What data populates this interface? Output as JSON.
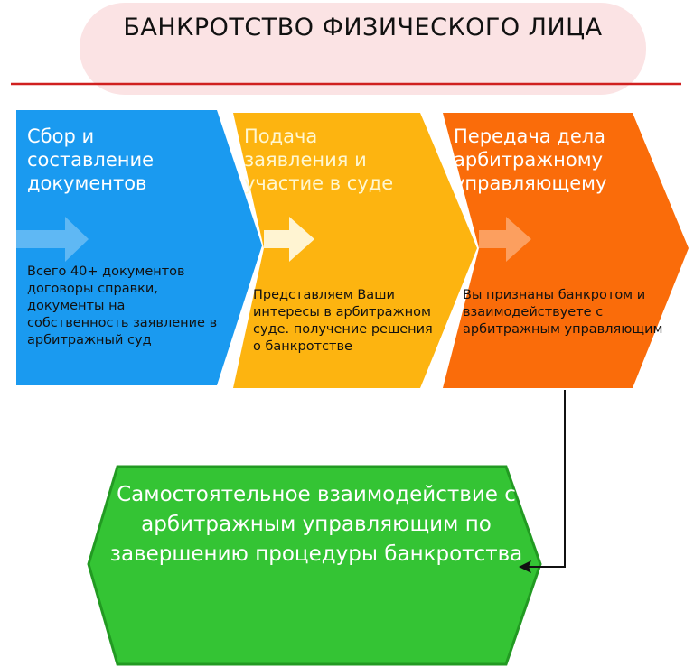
{
  "title": "БАНКРОТСТВО ФИЗИЧЕСКОГО ЛИЦА",
  "colors": {
    "title_bg": "#fbe3e4",
    "rule": "#d0201f",
    "step1": "#1a9af0",
    "step2": "#fdb410",
    "step3": "#fa6c0a",
    "final": "#34c434",
    "final_border": "#229a22"
  },
  "steps": [
    {
      "heading": "Сбор и составление документов",
      "body": "Всего 40+ документов договоры справки, документы на собственность заявление в арбитражный суд"
    },
    {
      "heading": "Подача заявления и участие в суде",
      "body": "Представляем Ваши интересы в арбитражном суде. получение решения о банкротстве"
    },
    {
      "heading": "Передача дела арбитражному управляющему",
      "body": "Вы признаны банкротом и взаимодействуете с арбитражным управляющим"
    }
  ],
  "final": {
    "text": "Самостоятельное взаимодействие с арбитражным управляющим по завершению процедуры банкротства"
  },
  "icons": {
    "step_arrow": "arrow-right-icon",
    "connector": "connector-arrow-icon"
  }
}
